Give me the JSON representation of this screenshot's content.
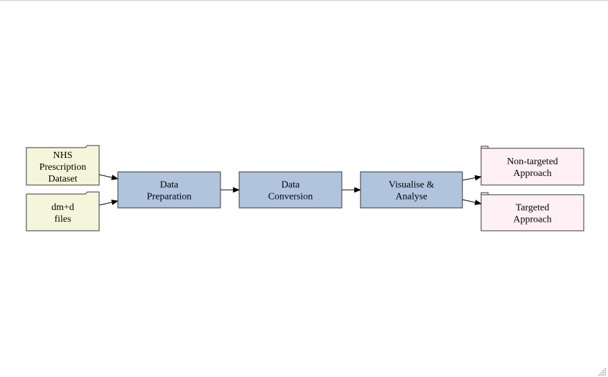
{
  "nodes": {
    "nhs_dataset": {
      "lines": [
        "NHS",
        "Prescription",
        "Dataset"
      ],
      "shape": "folder",
      "fill": "#f5f5dc"
    },
    "dmd_files": {
      "lines": [
        "dm+d",
        "files"
      ],
      "shape": "folder",
      "fill": "#f5f5dc"
    },
    "data_preparation": {
      "lines": [
        "Data",
        "Preparation"
      ],
      "shape": "box",
      "fill": "#b0c4de"
    },
    "data_conversion": {
      "lines": [
        "Data",
        "Conversion"
      ],
      "shape": "box",
      "fill": "#b0c4de"
    },
    "visualise_analyse": {
      "lines": [
        "Visualise &",
        "Analyse"
      ],
      "shape": "box",
      "fill": "#b0c4de"
    },
    "non_targeted": {
      "lines": [
        "Non-targeted",
        "Approach"
      ],
      "shape": "tab",
      "fill": "#fff0f5"
    },
    "targeted": {
      "lines": [
        "Targeted",
        "Approach"
      ],
      "shape": "tab",
      "fill": "#fff0f5"
    }
  },
  "edges": [
    [
      "nhs_dataset",
      "data_preparation"
    ],
    [
      "dmd_files",
      "data_preparation"
    ],
    [
      "data_preparation",
      "data_conversion"
    ],
    [
      "data_conversion",
      "visualise_analyse"
    ],
    [
      "visualise_analyse",
      "non_targeted"
    ],
    [
      "visualise_analyse",
      "targeted"
    ]
  ],
  "colors": {
    "stroke": "#333333",
    "edge": "#000000",
    "border": "#c8c8c8"
  }
}
